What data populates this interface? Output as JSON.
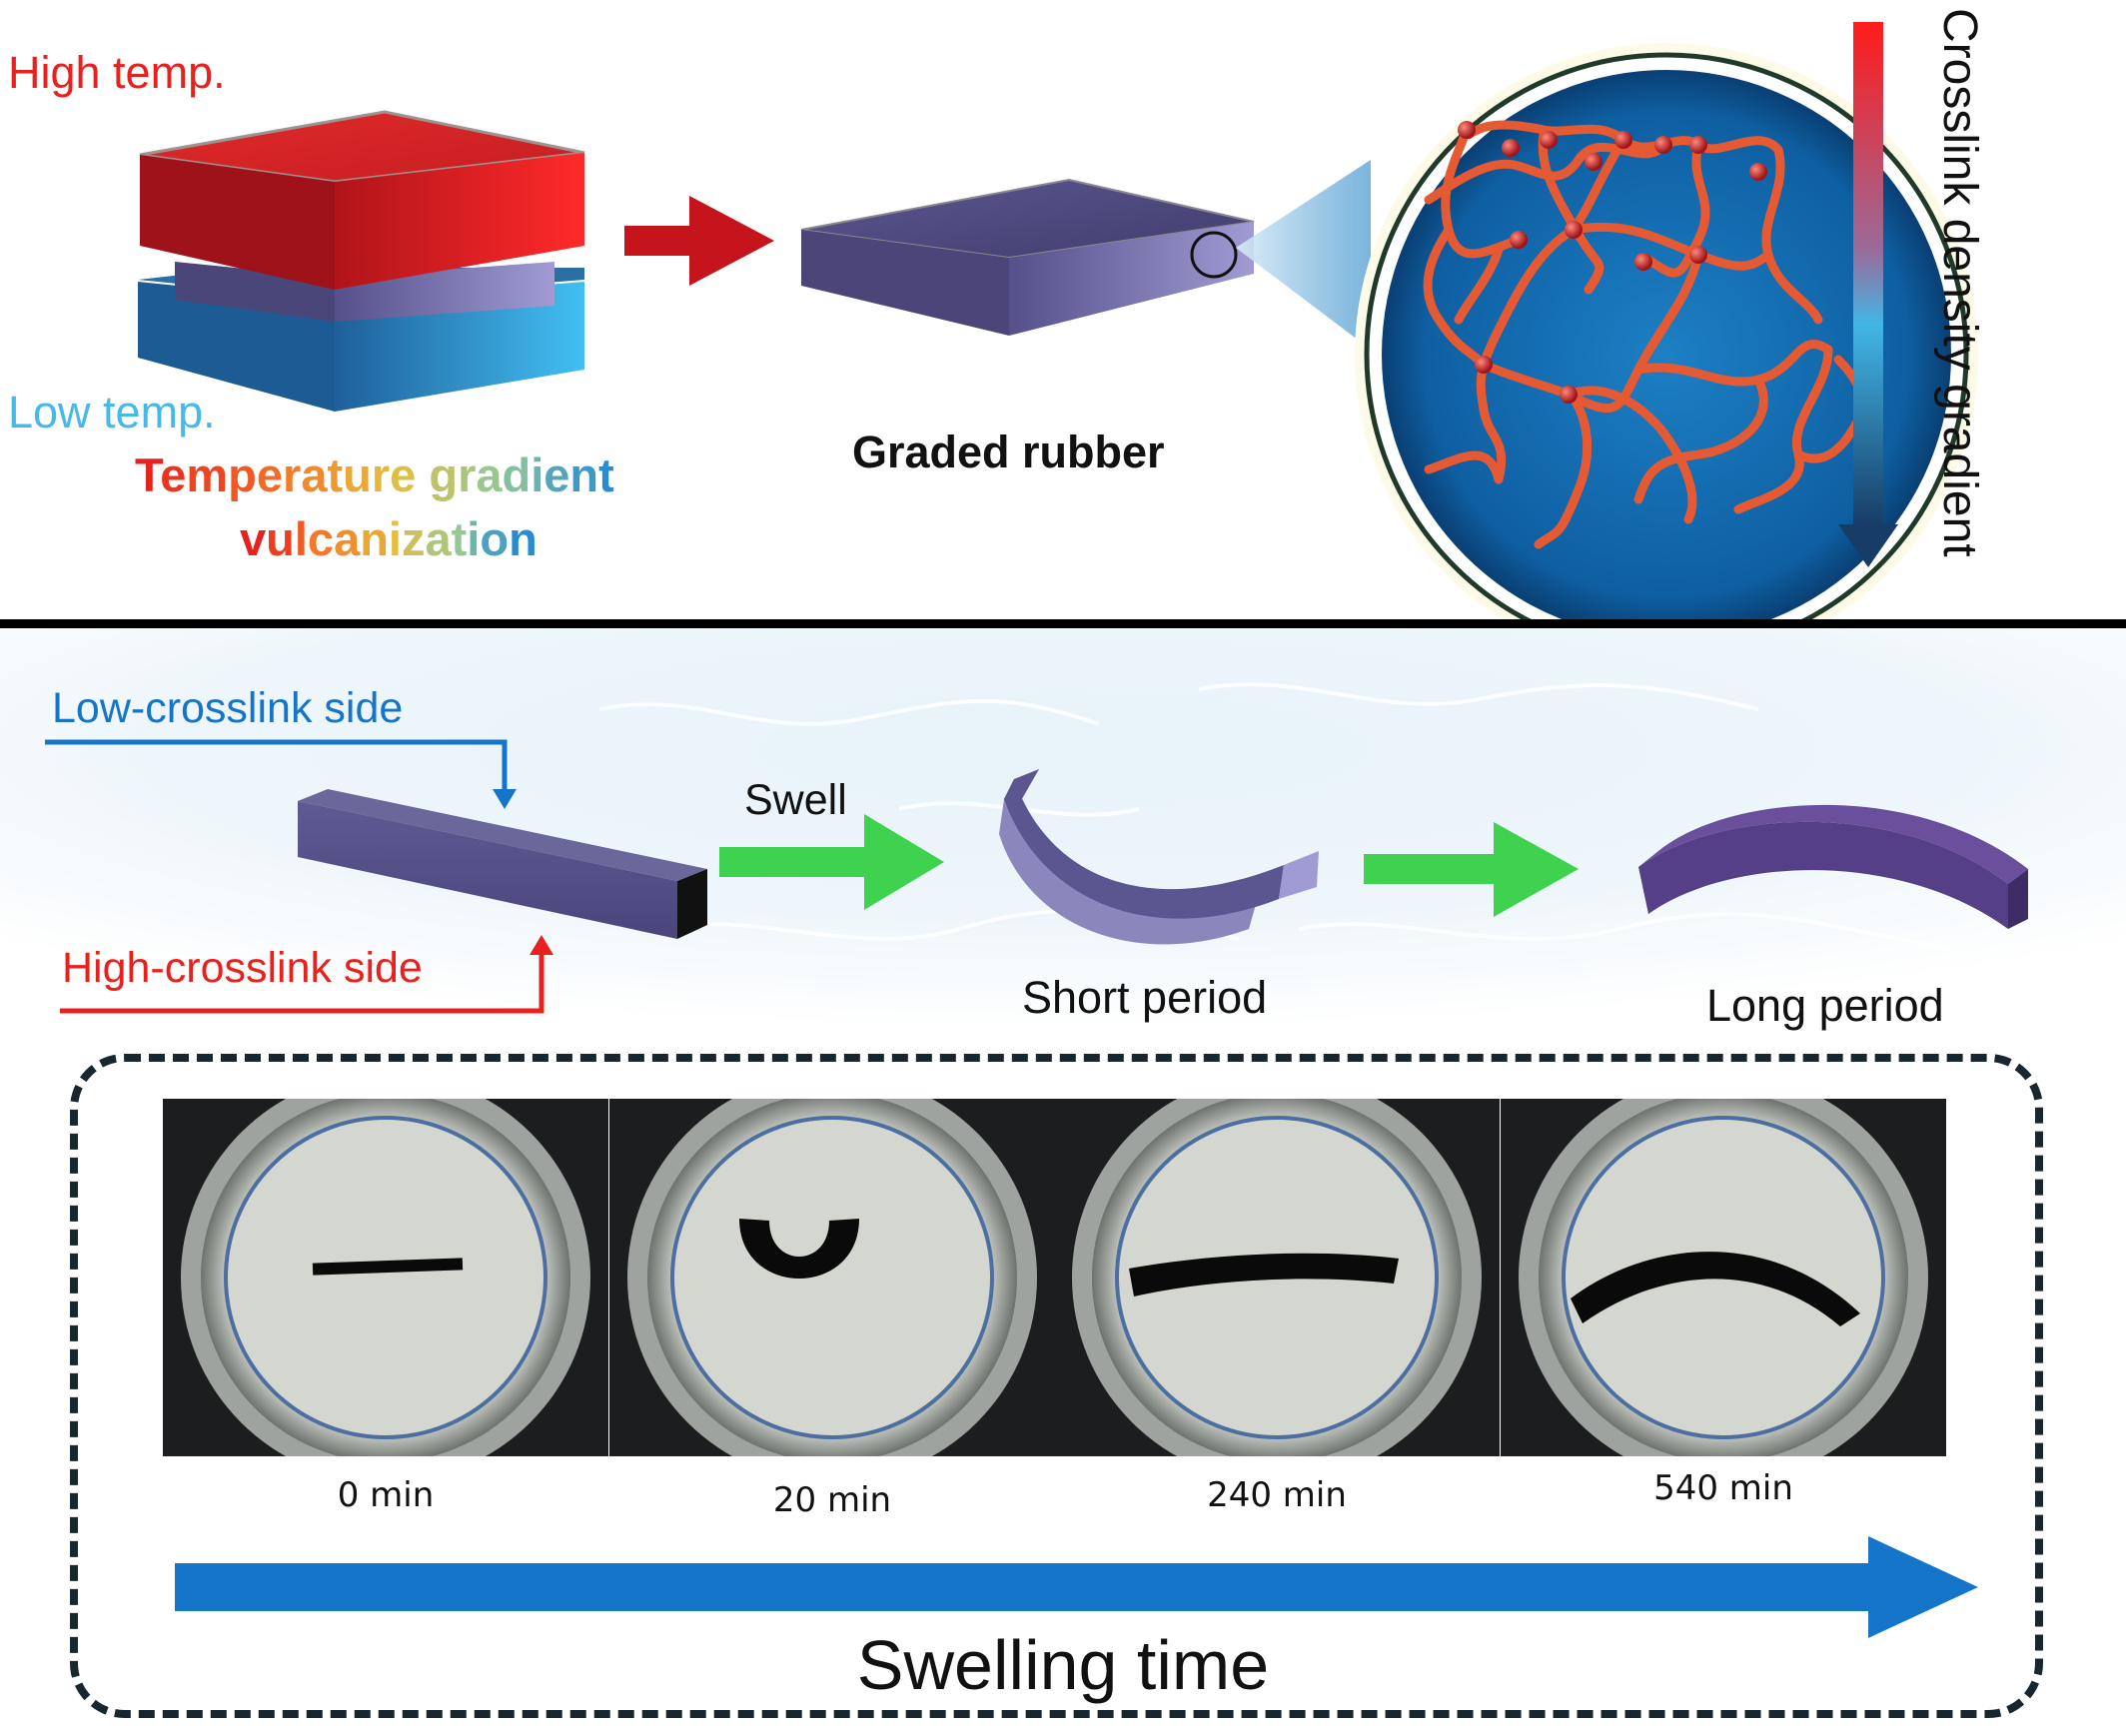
{
  "colors": {
    "hot": "#e8201e",
    "cold": "#47b8ea",
    "rubber": "#5a5487",
    "green_arrow": "#3fd24e",
    "blue_arrow": "#1576c9",
    "divider": "#000000",
    "dash_border": "#17262f"
  },
  "top": {
    "high_temp": "High temp.",
    "low_temp": "Low temp.",
    "tgv_line1": [
      "T",
      "e",
      "m",
      "p",
      "e",
      "r",
      "a",
      "t",
      "u",
      "r",
      "e",
      " ",
      "g",
      "r",
      "a",
      "d",
      "i",
      "e",
      "n",
      "t"
    ],
    "tgv_line2": [
      "v",
      "u",
      "l",
      "c",
      "a",
      "n",
      "i",
      "z",
      "a",
      "t",
      "i",
      "o",
      "n"
    ],
    "graded_rubber": "Graded rubber",
    "gradient_label": "Crosslink density gradient"
  },
  "middle": {
    "low_side": "Low-crosslink side",
    "high_side": "High-crosslink side",
    "swell": "Swell",
    "short_period": "Short period",
    "long_period": "Long period"
  },
  "photos": [
    {
      "time": "0 min",
      "shape": "straight-thin"
    },
    {
      "time": "20 min",
      "shape": "u-curl"
    },
    {
      "time": "240 min",
      "shape": "straight-thick"
    },
    {
      "time": "540 min",
      "shape": "arched"
    }
  ],
  "swelling_time": "Swelling time",
  "icons": [
    "hot-plate-icon",
    "cold-plate-icon",
    "rubber-slab-icon",
    "magnifier-circle-icon",
    "network-icon",
    "arrow-right-icon",
    "arrow-down-icon"
  ]
}
